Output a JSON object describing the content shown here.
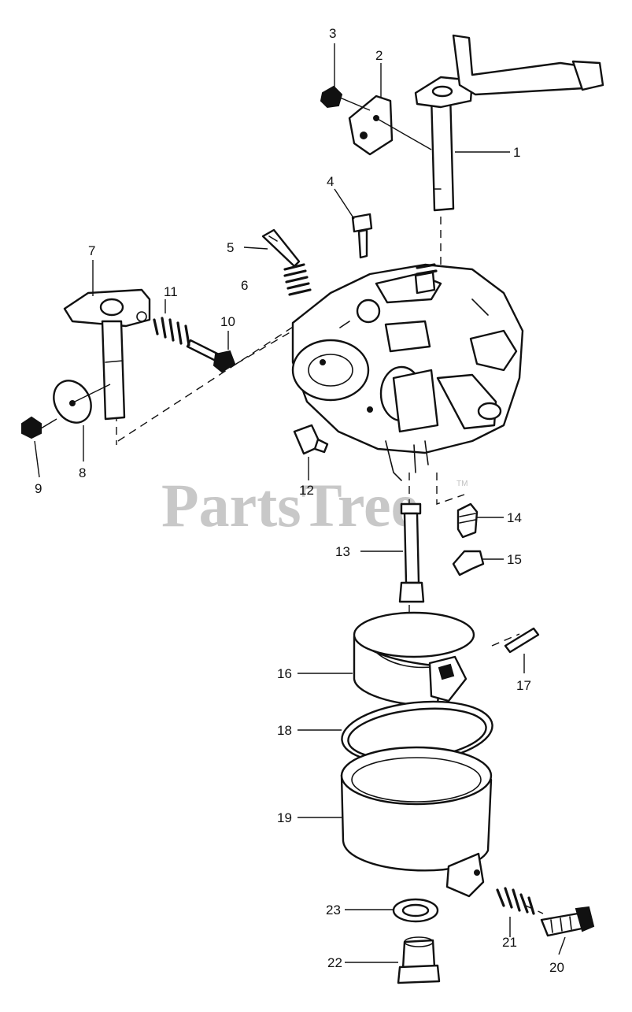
{
  "diagram": {
    "watermark": "PartsTree",
    "watermark_mark": "TM",
    "callouts": [
      "1",
      "2",
      "3",
      "4",
      "5",
      "6",
      "7",
      "8",
      "9",
      "10",
      "11",
      "12",
      "13",
      "14",
      "15",
      "16",
      "17",
      "18",
      "19",
      "20",
      "21",
      "22",
      "23"
    ]
  }
}
